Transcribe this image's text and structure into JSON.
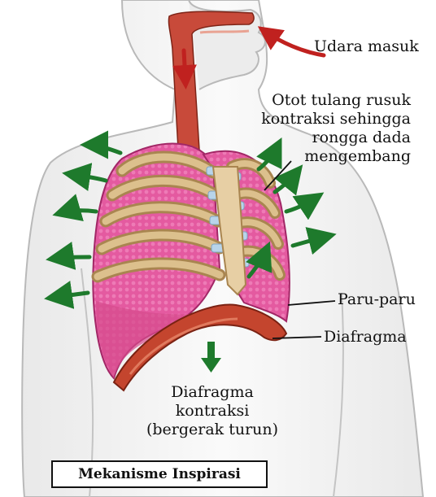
{
  "labels": {
    "air_in": "Udara masuk",
    "rib_muscle": [
      "Otot tulang rusuk",
      "kontraksi sehingga",
      "rongga dada",
      "mengembang"
    ],
    "lungs": "Paru-paru",
    "diaphragm": "Diafragma",
    "diaphragm_action": [
      "Diafragma",
      "kontraksi",
      "(bergerak turun)"
    ]
  },
  "caption": "Mekanisme Inspirasi",
  "colors": {
    "arrow_green": "#1e7a2c",
    "arrow_red": "#c0211f",
    "lung_pink": "#e0559a",
    "rib_tan": "#d2b07a",
    "diaphragm_red": "#c4452e",
    "body_outline": "#b9b9b9"
  }
}
